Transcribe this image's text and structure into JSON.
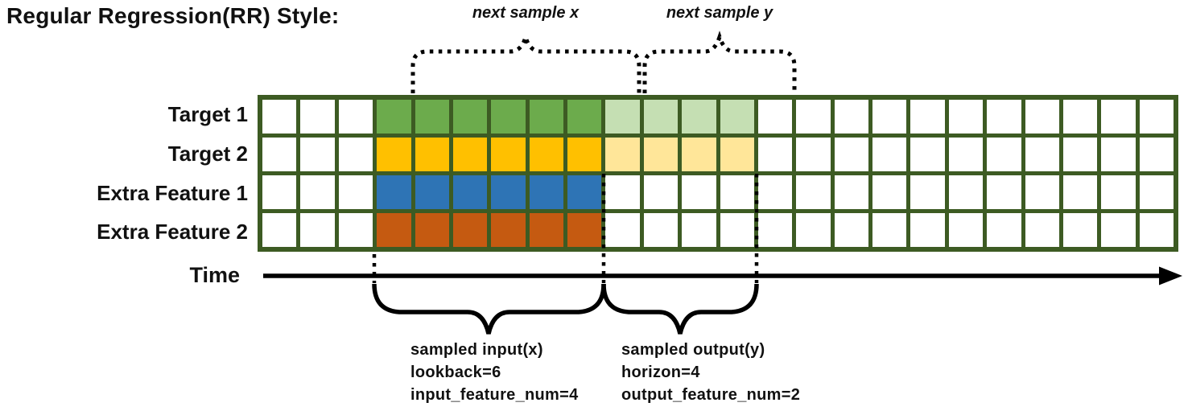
{
  "title": "Regular Regression(RR) Style:",
  "annotations": {
    "next_sample_x": "next sample x",
    "next_sample_y": "next sample y",
    "time_label": "Time"
  },
  "input_block": {
    "line1": "sampled input(x)",
    "line2": "lookback=6",
    "line3": "input_feature_num=4"
  },
  "output_block": {
    "line1": "sampled output(y)",
    "line2": "horizon=4",
    "line3": "output_feature_num=2"
  },
  "grid": {
    "columns": 24,
    "lookback": 6,
    "horizon": 4,
    "input_feature_num": 4,
    "output_feature_num": 2,
    "line_color": "#3D5B23",
    "cell_color": "#FFFFFF",
    "rows": [
      {
        "label": "Target 1",
        "input_color": "#6CAB4C",
        "output_color": "#C5DFB3",
        "input_start": 3,
        "input_len": 6,
        "output_start": 9,
        "output_len": 4
      },
      {
        "label": "Target 2",
        "input_color": "#FFC000",
        "output_color": "#FFE699",
        "input_start": 3,
        "input_len": 6,
        "output_start": 9,
        "output_len": 4
      },
      {
        "label": "Extra Feature 1",
        "input_color": "#2E74B5",
        "output_color": null,
        "input_start": 3,
        "input_len": 6,
        "output_start": 0,
        "output_len": 0
      },
      {
        "label": "Extra Feature 2",
        "input_color": "#C55A11",
        "output_color": null,
        "input_start": 3,
        "input_len": 6,
        "output_start": 0,
        "output_len": 0
      }
    ]
  },
  "colors": {
    "annotation": "#000000",
    "background": "#FFFFFF"
  }
}
